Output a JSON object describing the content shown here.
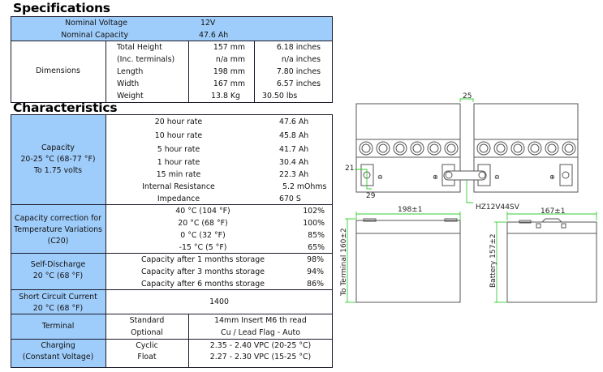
{
  "specifications": {
    "title": "Specifications",
    "nominal_voltage": {
      "label": "Nominal Voltage",
      "value": "12V"
    },
    "nominal_capacity": {
      "label": "Nominal Capacity",
      "value": "47.6 Ah"
    },
    "dimensions": {
      "label": "Dimensions",
      "rows": [
        {
          "name": "Total Height",
          "metric": "157 mm",
          "imperial": "6.18 inches"
        },
        {
          "name": "(Inc. terminals)",
          "metric": "n/a mm",
          "imperial": "n/a inches"
        },
        {
          "name": "Length",
          "metric": "198 mm",
          "imperial": "7.80 inches"
        },
        {
          "name": "Width",
          "metric": "167 mm",
          "imperial": "6.57 inches"
        },
        {
          "name": "Weight",
          "metric": "13.8 Kg",
          "imperial": "30.50 lbs"
        }
      ]
    }
  },
  "characteristics": {
    "title": "Characteristics",
    "capacity": {
      "label_lines": [
        "Capacity",
        "20-25 °C (68-77 °F)",
        "To 1.75 volts"
      ],
      "rows": [
        {
          "name": "20 hour rate",
          "value": "47.6 Ah"
        },
        {
          "name": "10 hour rate",
          "value": "45.8 Ah"
        },
        {
          "name": "5 hour rate",
          "value": "41.7 Ah"
        },
        {
          "name": "1 hour rate",
          "value": "30.4 Ah"
        },
        {
          "name": "15 min rate",
          "value": "22.3 Ah"
        },
        {
          "name": "Internal Resistance",
          "value": "5.2 mOhms"
        },
        {
          "name": "Impedance",
          "value": "670 S"
        }
      ]
    },
    "temperature_correction": {
      "label_lines": [
        "Capacity correction for",
        "Temperature Variations",
        "(C20)"
      ],
      "rows": [
        {
          "name": "40 °C (104 °F)",
          "value": "102%"
        },
        {
          "name": "20 °C (68 °F)",
          "value": "100%"
        },
        {
          "name": "0 °C (32 °F)",
          "value": "85%"
        },
        {
          "name": "-15 °C (5 °F)",
          "value": "65%"
        }
      ]
    },
    "self_discharge": {
      "label_lines": [
        "Self-Discharge",
        "20 °C (68 °F)"
      ],
      "rows": [
        {
          "name": "Capacity after 1 months storage",
          "value": "98%"
        },
        {
          "name": "Capacity after 3 months storage",
          "value": "94%"
        },
        {
          "name": "Capacity after 6 months storage",
          "value": "86%"
        }
      ]
    },
    "short_circuit": {
      "label_lines": [
        "Short Circuit  Current",
        "20 °C (68 °F)"
      ],
      "value": "1400"
    },
    "terminal": {
      "label": "Terminal",
      "rows": [
        {
          "name": "Standard",
          "value": "14mm Insert M6 th read"
        },
        {
          "name": "Optional",
          "value": "Cu / Lead Flag - Auto"
        }
      ]
    },
    "charging": {
      "label_lines": [
        "Charging",
        "(Constant Voltage)"
      ],
      "rows": [
        {
          "name": "Cyclic",
          "value": "2.35 - 2.40 VPC   (20-25 °C)"
        },
        {
          "name": "Float",
          "value": "2.27 - 2.30 VPC (15-25 °C)"
        }
      ]
    }
  },
  "drawing": {
    "dim_link_gap": "25",
    "dim_terminal_x": "21",
    "dim_terminal_y": "29",
    "link_part": "HZ12V44SV",
    "dim_length": "198±1",
    "dim_width": "167±1",
    "dim_to_terminal": "To Terminal 160±2",
    "dim_battery_height": "Battery 157±2",
    "negative_symbol": "⊖",
    "positive_symbol": "⊕",
    "colors": {
      "line": "#555555",
      "dimension": "#33cc33",
      "header_fill": "#9fcdfb"
    }
  }
}
